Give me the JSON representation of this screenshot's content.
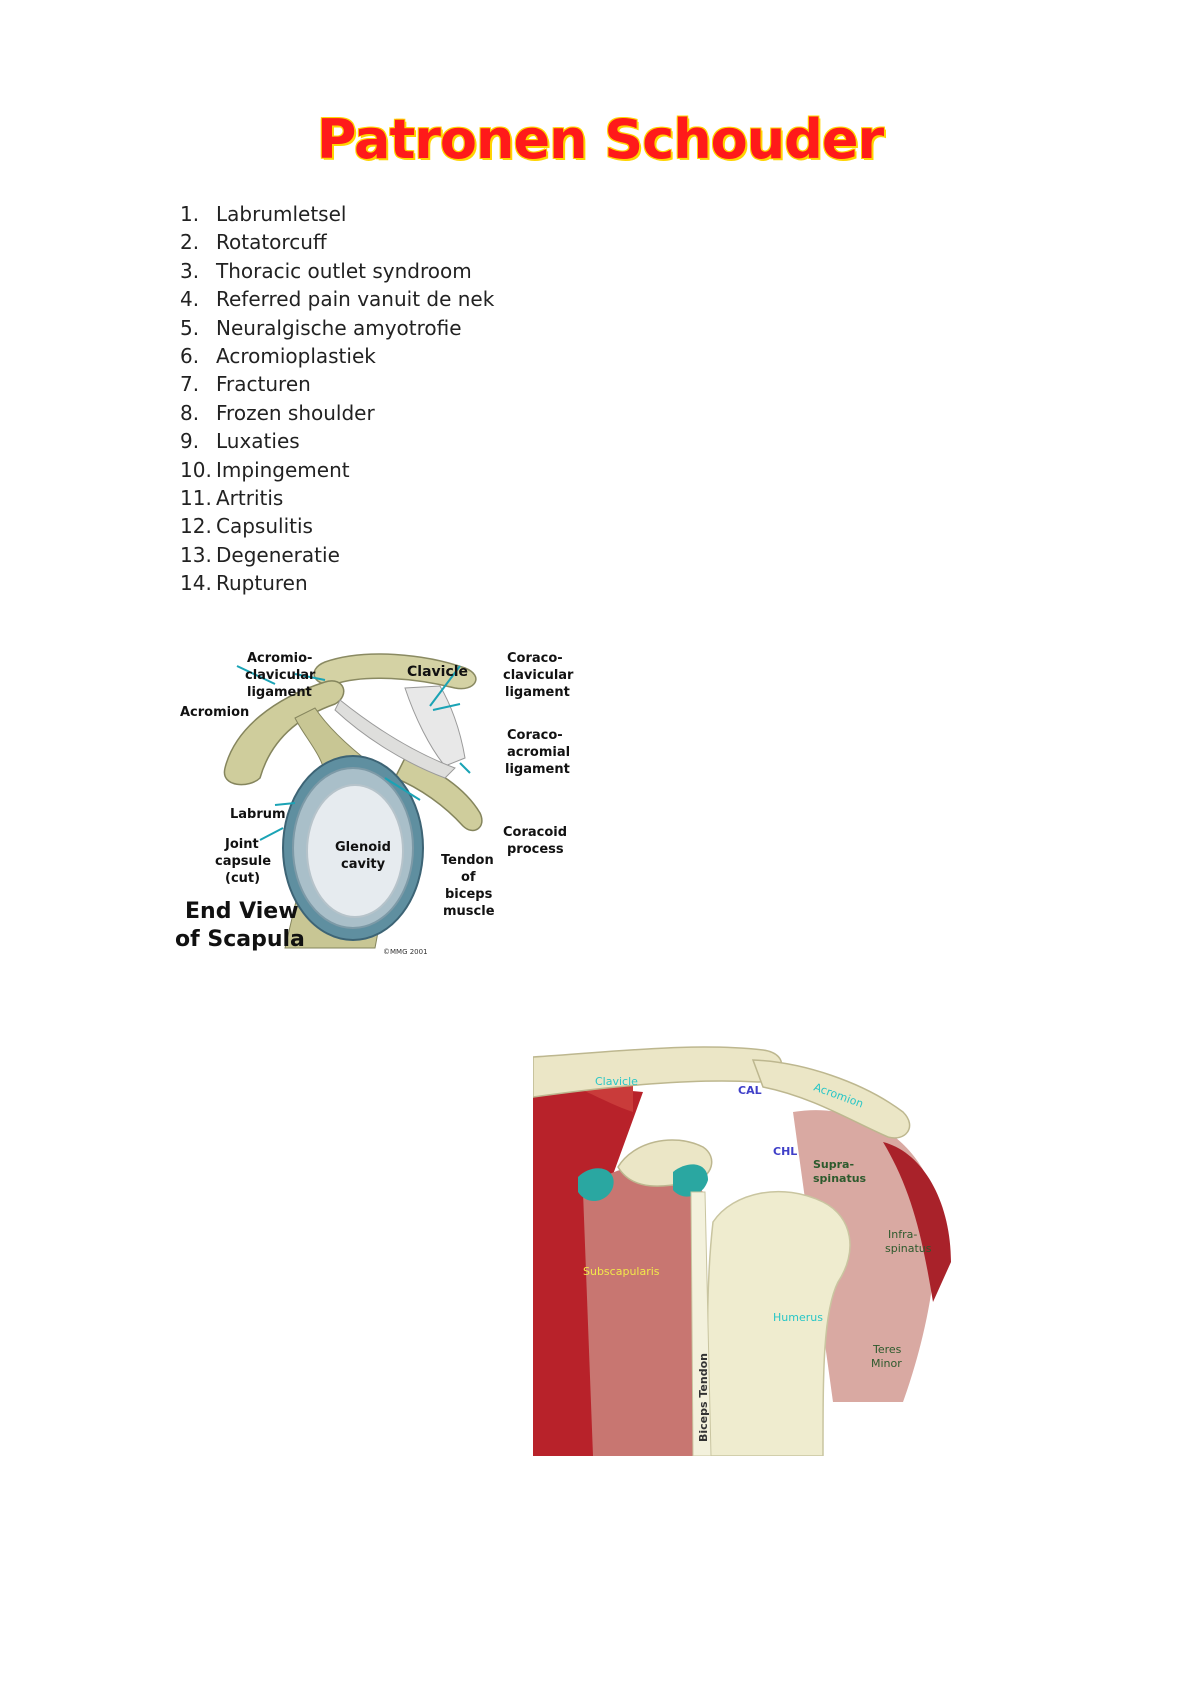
{
  "title": "Patronen Schouder",
  "list": [
    {
      "num": "1.",
      "text": "Labrumletsel"
    },
    {
      "num": "2.",
      "text": "Rotatorcuff"
    },
    {
      "num": "3.",
      "text": "Thoracic outlet syndroom"
    },
    {
      "num": "4.",
      "text": "Referred pain vanuit de nek"
    },
    {
      "num": "5.",
      "text": "Neuralgische amyotrofie"
    },
    {
      "num": "6.",
      "text": "Acromioplastiek"
    },
    {
      "num": "7.",
      "text": "Fracturen"
    },
    {
      "num": "8.",
      "text": "Frozen shoulder"
    },
    {
      "num": "9.",
      "text": "Luxaties"
    },
    {
      "num": "10.",
      "text": "Impingement"
    },
    {
      "num": "11.",
      "text": "Artritis"
    },
    {
      "num": "12.",
      "text": "Capsulitis"
    },
    {
      "num": "13.",
      "text": "Degeneratie"
    },
    {
      "num": "14.",
      "text": "Rupturen"
    }
  ],
  "figure1": {
    "labels": {
      "acromio_1": "Acromio-",
      "acromio_2": "clavicular",
      "acromio_3": "ligament",
      "clavicle": "Clavicle",
      "coraco_clav_1": "Coraco-",
      "coraco_clav_2": "clavicular",
      "coraco_clav_3": "ligament",
      "acromion": "Acromion",
      "coraco_acr_1": "Coraco-",
      "coraco_acr_2": "acromial",
      "coraco_acr_3": "ligament",
      "labrum": "Labrum",
      "joint_1": "Joint",
      "joint_2": "capsule",
      "joint_3": "(cut)",
      "glenoid_1": "Glenoid",
      "glenoid_2": "cavity",
      "tendon_1": "Tendon",
      "tendon_2": "of",
      "tendon_3": "biceps",
      "tendon_4": "muscle",
      "coracoid_1": "Coracoid",
      "coracoid_2": "process",
      "endview_1": "End View",
      "endview_2": "of Scapula",
      "copyright": "©MMG 2001"
    }
  },
  "figure2": {
    "labels": {
      "clavicle": "Clavicle",
      "cal": "CAL",
      "acromion": "Acromion",
      "chl": "CHL",
      "supra_1": "Supra-",
      "supra_2": "spinatus",
      "infra_1": "Infra-",
      "infra_2": "spinatus",
      "subscapularis": "Subscapularis",
      "humerus": "Humerus",
      "teres_1": "Teres",
      "teres_2": "Minor",
      "biceps": "Biceps Tendon"
    }
  }
}
